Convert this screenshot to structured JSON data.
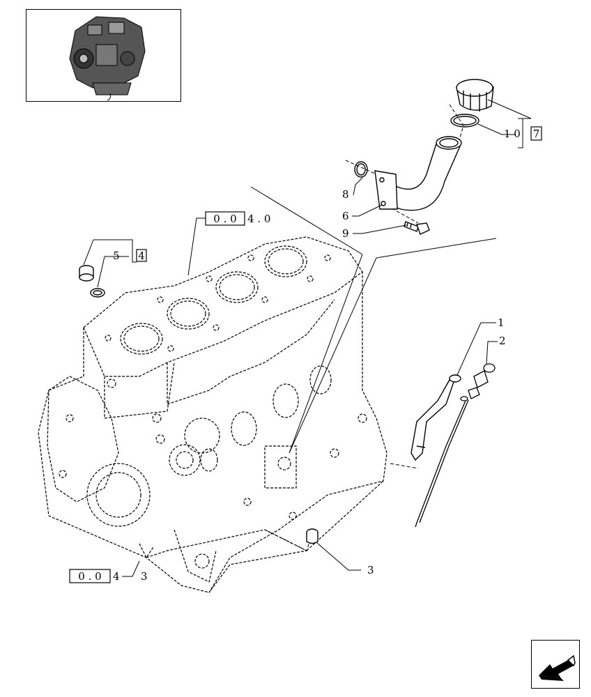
{
  "thumbnail": {
    "icon": "engine-thumbnail-icon"
  },
  "references": {
    "ref_040": {
      "boxed": "0 . 0",
      "suffix": "4 . 0"
    },
    "ref_043": {
      "boxed": "0 . 0",
      "suffix": "4",
      "trail": "3"
    },
    "ref_4": {
      "label": "5",
      "box": "4"
    },
    "ref_7": {
      "label": "1 0",
      "box": "7"
    }
  },
  "callouts": [
    {
      "id": "c1",
      "label": "1"
    },
    {
      "id": "c2",
      "label": "2"
    },
    {
      "id": "c3",
      "label": "3"
    },
    {
      "id": "c6",
      "label": "6"
    },
    {
      "id": "c8",
      "label": "8"
    },
    {
      "id": "c9",
      "label": "9"
    }
  ],
  "navigation": {
    "icon": "arrow-back-icon"
  }
}
